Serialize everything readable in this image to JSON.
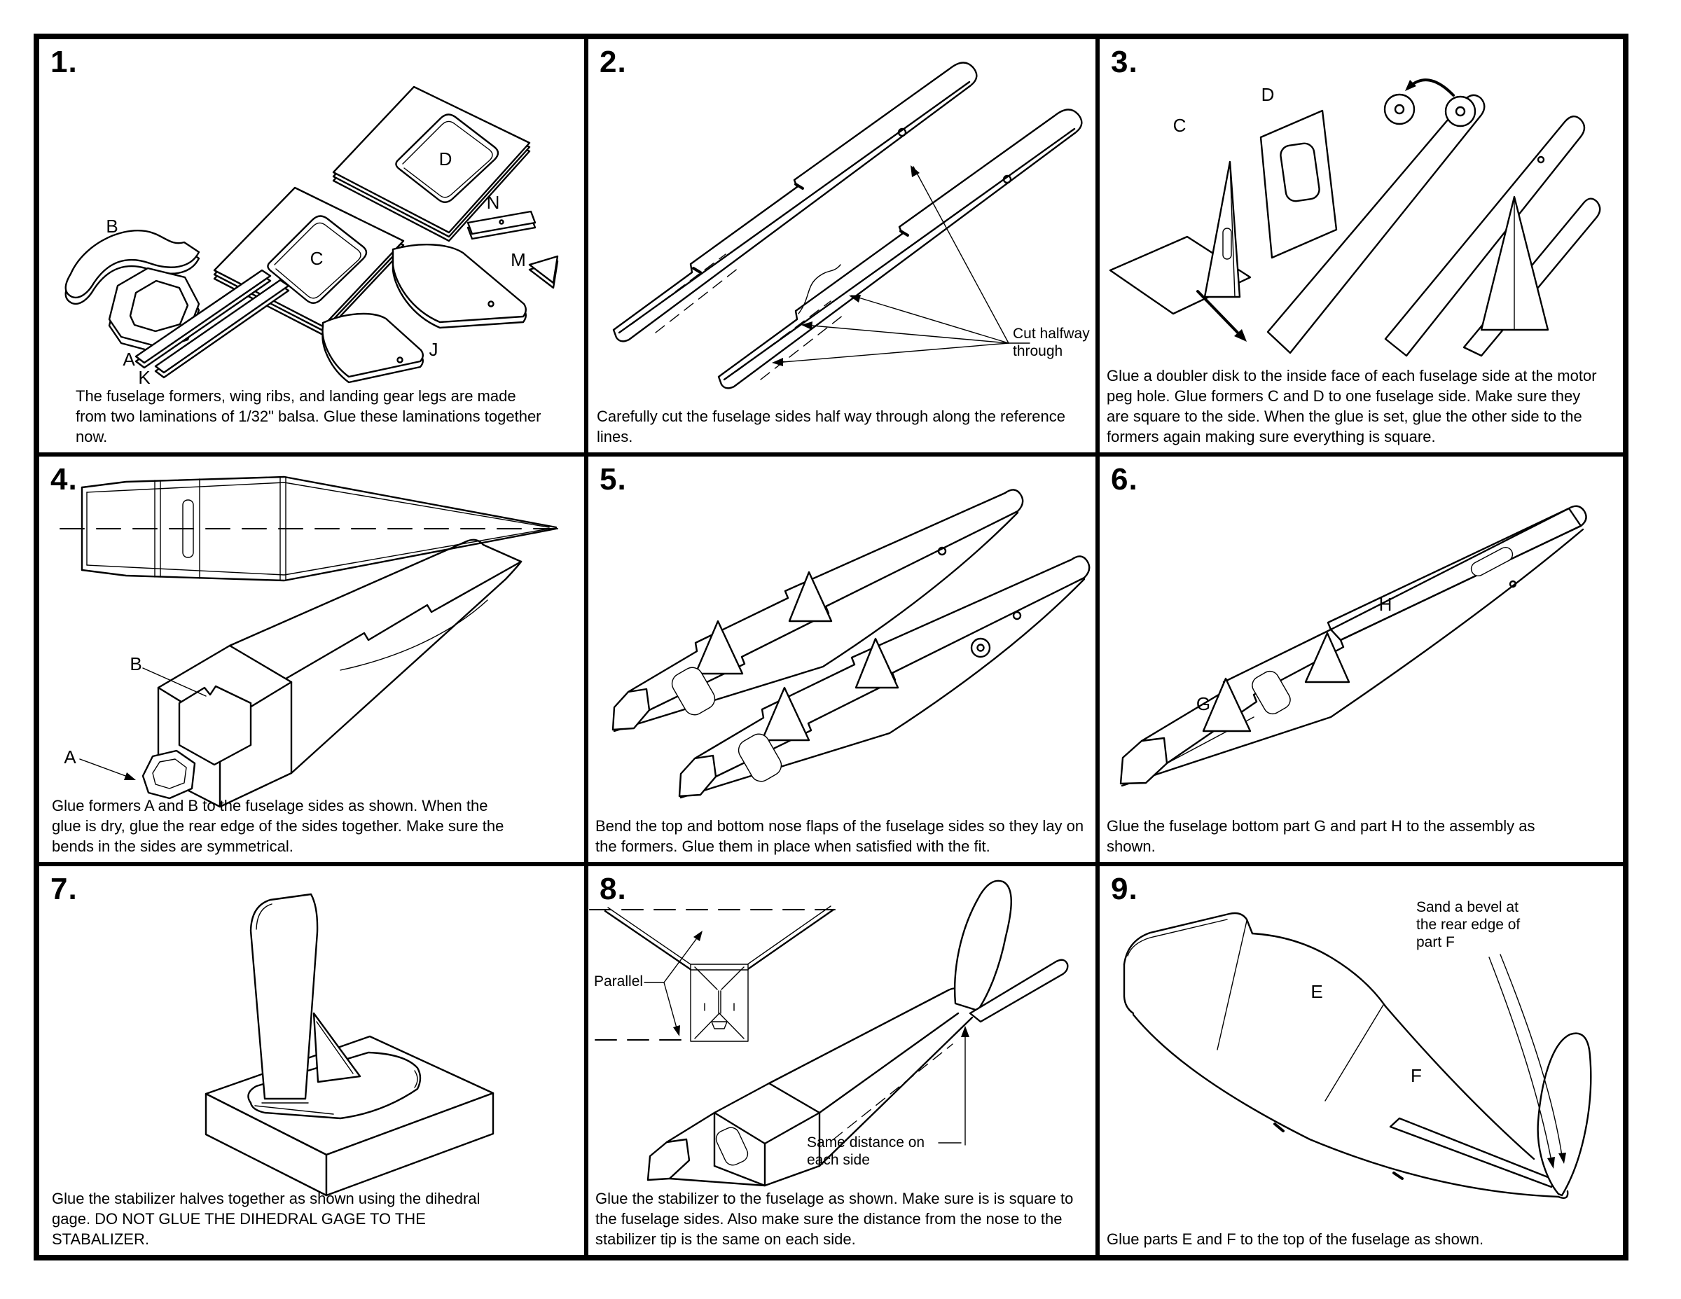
{
  "document": {
    "background": "#ffffff",
    "ink": "#000000"
  },
  "panels": [
    {
      "number": "1.",
      "caption": "The fuselage formers, wing ribs, and landing gear legs are made from two laminations of 1/32\" balsa. Glue these laminations together now.",
      "labels": {
        "A": "A",
        "B": "B",
        "C": "C",
        "D": "D",
        "J": "J",
        "K": "K",
        "M": "M",
        "N": "N"
      }
    },
    {
      "number": "2.",
      "caption": "Carefully cut the fuselage sides half way through along the reference lines.",
      "annotations": {
        "cut": "Cut halfway through"
      }
    },
    {
      "number": "3.",
      "caption": "Glue a doubler disk to the inside face of each fuselage side at the motor peg hole. Glue formers C and D to one fuselage side. Make sure they are square to the side. When the glue is set, glue the other side to the formers again making sure everything is square.",
      "labels": {
        "C": "C",
        "D": "D"
      }
    },
    {
      "number": "4.",
      "caption": "Glue formers A and B to the fuselage sides as shown. When the glue is dry, glue the rear edge of the sides together. Make sure the bends in the sides are symmetrical.",
      "labels": {
        "A": "A",
        "B": "B"
      }
    },
    {
      "number": "5.",
      "caption": "Bend the top and bottom nose flaps of the fuselage sides so they lay on the formers. Glue them in place when satisfied with the fit."
    },
    {
      "number": "6.",
      "caption": "Glue the fuselage bottom part G  and part H to the assembly as shown.",
      "labels": {
        "G": "G",
        "H": "H"
      }
    },
    {
      "number": "7.",
      "caption": "Glue the stabilizer halves together as shown using the dihedral gage. DO NOT GLUE THE DIHEDRAL GAGE TO THE STABALIZER."
    },
    {
      "number": "8.",
      "caption": "Glue the stabilizer to the fuselage as shown. Make sure is is square to the fuselage sides. Also make sure the distance from the nose to the stabilizer tip is the same on each side.",
      "annotations": {
        "parallel": "Parallel",
        "same_distance": "Same distance on each side"
      }
    },
    {
      "number": "9.",
      "caption": "Glue parts E and F to the top of the fuselage as shown.",
      "labels": {
        "E": "E",
        "F": "F"
      },
      "annotations": {
        "bevel": "Sand a bevel at the rear edge of part F"
      }
    }
  ]
}
